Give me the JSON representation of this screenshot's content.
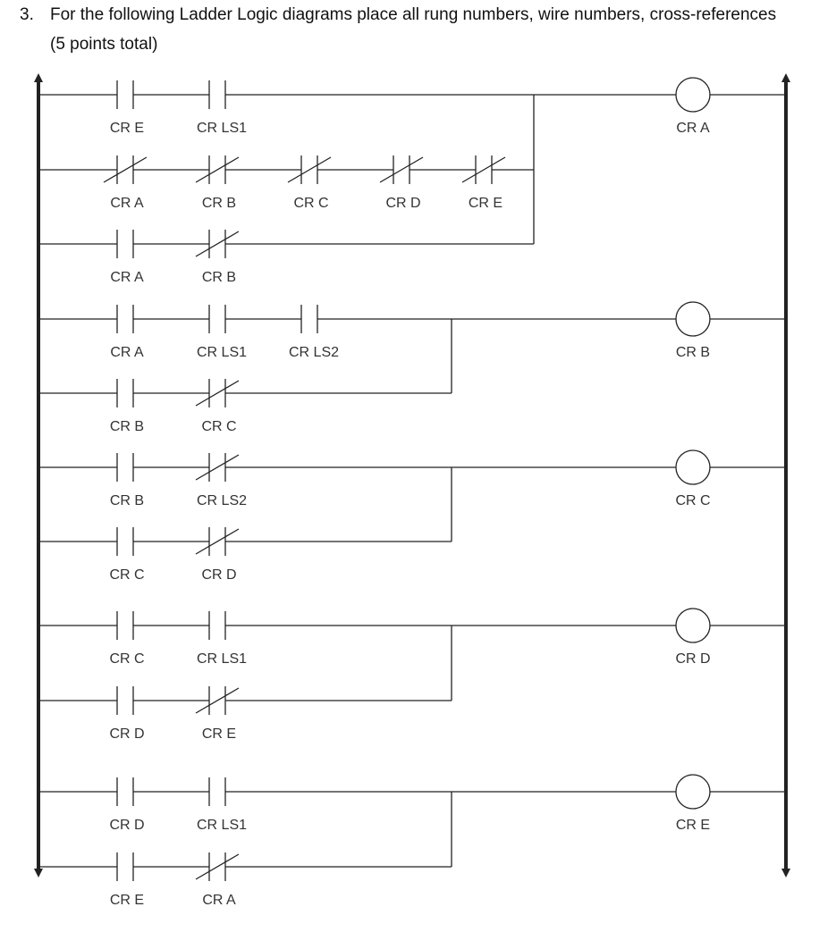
{
  "question": {
    "number": "3.",
    "text": "For the following Ladder Logic diagrams place all rung numbers, wire numbers, cross-references",
    "points": "(5 points total)"
  },
  "rungs": [
    {
      "coil": "CR A",
      "branches": [
        {
          "contacts": [
            {
              "label": "CR E",
              "type": "NO"
            },
            {
              "label": "CR LS1",
              "type": "NO"
            }
          ]
        },
        {
          "contacts": [
            {
              "label": "CR A",
              "type": "NC"
            },
            {
              "label": "CR B",
              "type": "NC"
            },
            {
              "label": "CR C",
              "type": "NC"
            },
            {
              "label": "CR D",
              "type": "NC"
            },
            {
              "label": "CR E",
              "type": "NC"
            }
          ]
        },
        {
          "contacts": [
            {
              "label": "CR A",
              "type": "NO"
            },
            {
              "label": "CR B",
              "type": "NC"
            }
          ]
        }
      ]
    },
    {
      "coil": "CR B",
      "branches": [
        {
          "contacts": [
            {
              "label": "CR A",
              "type": "NO"
            },
            {
              "label": "CR LS1",
              "type": "NO"
            },
            {
              "label": "CR LS2",
              "type": "NO"
            }
          ]
        },
        {
          "contacts": [
            {
              "label": "CR B",
              "type": "NO"
            },
            {
              "label": "CR C",
              "type": "NC"
            }
          ]
        }
      ]
    },
    {
      "coil": "CR C",
      "branches": [
        {
          "contacts": [
            {
              "label": "CR B",
              "type": "NO"
            },
            {
              "label": "CR LS2",
              "type": "NC"
            }
          ]
        },
        {
          "contacts": [
            {
              "label": "CR C",
              "type": "NO"
            },
            {
              "label": "CR D",
              "type": "NC"
            }
          ]
        }
      ]
    },
    {
      "coil": "CR D",
      "branches": [
        {
          "contacts": [
            {
              "label": "CR C",
              "type": "NO"
            },
            {
              "label": "CR LS1",
              "type": "NO"
            }
          ]
        },
        {
          "contacts": [
            {
              "label": "CR D",
              "type": "NO"
            },
            {
              "label": "CR E",
              "type": "NC"
            }
          ]
        }
      ]
    },
    {
      "coil": "CR E",
      "branches": [
        {
          "contacts": [
            {
              "label": "CR D",
              "type": "NO"
            },
            {
              "label": "CR LS1",
              "type": "NO"
            }
          ]
        },
        {
          "contacts": [
            {
              "label": "CR E",
              "type": "NO"
            },
            {
              "label": "CR A",
              "type": "NC"
            }
          ]
        }
      ]
    }
  ]
}
